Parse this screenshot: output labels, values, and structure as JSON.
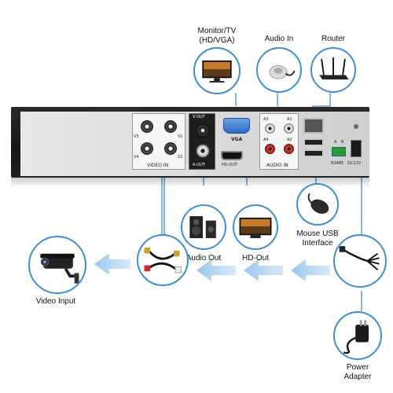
{
  "labels": {
    "monitor_line1": "Monitor/TV",
    "monitor_line2": "(HD/VGA)",
    "audio_in": "Audio In",
    "router": "Router",
    "audio_out": "Audio Out",
    "hd_out": "HD-Out",
    "mouse_line1": "Mouse USB",
    "mouse_line2": "Interface",
    "video_input": "Video Input",
    "power_line1": "Power",
    "power_line2": "Adapter"
  },
  "panel": {
    "video_in": "VIDEO IN",
    "v1": "V1",
    "v2": "V2",
    "v3": "V3",
    "v4": "V4",
    "v_out": "V-OUT",
    "a_out": "A-OUT",
    "vga": "VGA",
    "hd_out": "HD-OUT",
    "audio_in": "AUDIO IN",
    "a1": "A1",
    "a2": "A2",
    "a3": "A3",
    "a4": "A4",
    "rs485": "RS485",
    "dc12v": "DC12V",
    "a": "A",
    "b": "B"
  },
  "colors": {
    "accent": "#3a8fd6",
    "arrow": "#a9cff0",
    "device_body": "#1c1c1c",
    "front_panel": "#f1f1f1"
  },
  "icons": [
    "monitor-icon",
    "microphone-icon",
    "router-icon",
    "speaker-icon",
    "tv-icon",
    "mouse-icon",
    "camera-icon",
    "bnc-cable-icon",
    "power-splitter-icon",
    "power-adapter-icon"
  ]
}
